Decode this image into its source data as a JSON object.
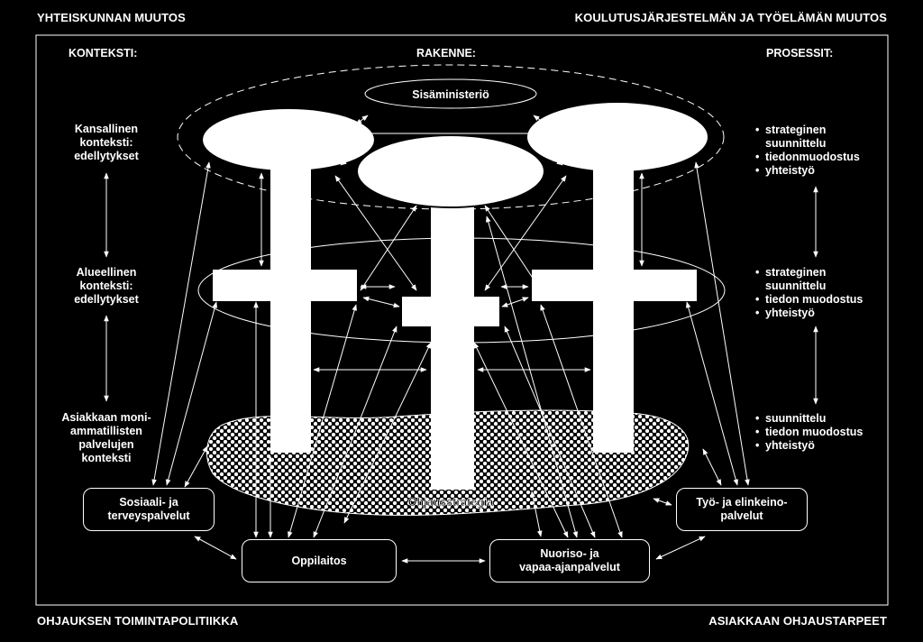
{
  "corners": {
    "top_left": "YHTEISKUNNAN MUUTOS",
    "top_right": "KOULUTUSJÄRJESTELMÄN JA TYÖELÄMÄN MUUTOS",
    "bottom_left": "OHJAUKSEN TOIMINTAPOLITIIKKA",
    "bottom_right": "ASIAKKAAN OHJAUSTARPEET"
  },
  "headers": {
    "left": "KONTEKSTI:",
    "center": "RAKENNE:",
    "right": "PROSESSIT:"
  },
  "contexts": {
    "national": "Kansallinen\nkonteksti:\nedellytykset",
    "regional": "Alueellinen\nkonteksti:\nedellytykset",
    "client": "Asiakkaan moni-\nammatillisten\npalvelujen\nkonteksti"
  },
  "processes": {
    "national": [
      "strateginen suunnittelu",
      "tiedonmuodostus",
      "yhteistyö"
    ],
    "regional": [
      "strateginen suunnittelu",
      "tiedon muodostus",
      "yhteistyö"
    ],
    "client": [
      "suunnittelu",
      "tiedon muodostus",
      "yhteistyö"
    ]
  },
  "structure": {
    "ministry": "Sisäministeriö",
    "strategy": "Ohjausstrategia"
  },
  "services": {
    "social_health": "Sosiaali- ja\nterveyspalvelut",
    "school": "Oppilaitos",
    "youth_leisure": "Nuoriso- ja\nvapaa-ajanpalvelut",
    "work_economy": "Työ- ja elinkeino-\npalvelut"
  }
}
